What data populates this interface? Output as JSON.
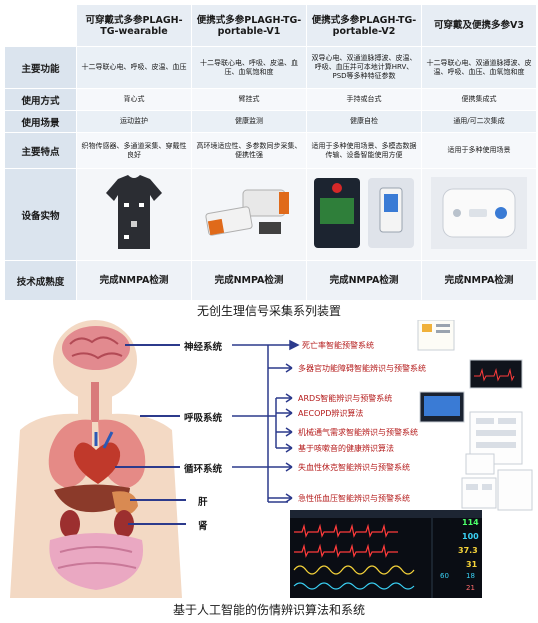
{
  "table": {
    "headers": [
      "可穿戴式多参PLAGH-TG-wearable",
      "便携式多参PLAGH-TG-portable-V1",
      "便携式多参PLAGH-TG-portable-V2",
      "可穿戴及便携多参V3"
    ],
    "rows": [
      {
        "label": "主要功能",
        "cells": [
          "十二导联心电、呼吸、皮温、血压",
          "十二导联心电、呼吸、皮温、血压、血氧饱和度",
          "双导心电、双通道脉搏波、皮温、呼吸、血压并可本地计算HRV、PSD等多种特征参数",
          "十二导联心电、双通道脉搏波、皮温、呼吸、血压、血氧饱和度"
        ]
      },
      {
        "label": "使用方式",
        "cells": [
          "背心式",
          "臂挂式",
          "手持或台式",
          "便携集成式"
        ]
      },
      {
        "label": "使用场景",
        "cells": [
          "运动监护",
          "健康监测",
          "健康自检",
          "通用/可二次集成"
        ]
      },
      {
        "label": "主要特点",
        "cells": [
          "织物传感器、多通道采集、穿戴性良好",
          "高环境适应性、多参数同步采集、便携性强",
          "适用于多种使用场景、多模态数据传输、设备智能使用方便",
          "适用于多种使用场景"
        ]
      },
      {
        "label": "设备实物",
        "cells": [
          "",
          "",
          "",
          ""
        ]
      },
      {
        "label": "技术成熟度",
        "cells": [
          "完成NMPA检测",
          "完成NMPA检测",
          "完成NMPA检测",
          "完成NMPA检测"
        ]
      }
    ],
    "caption": "无创生理信号采集系列装置"
  },
  "diagram": {
    "systems": [
      "神经系统",
      "呼吸系统",
      "循环系统",
      "肝",
      "肾"
    ],
    "algorithms": [
      "死亡率智能预警系统",
      "多器官功能障碍智能辨识与预警系统",
      "ARDS智能辨识与预警系统",
      "AECOPD辨识算法",
      "机械通气需求智能辨识与预警系统",
      "基于咳嗽音的健康辨识算法",
      "失血性休克智能辨识与预警系统",
      "急性低血压智能辨识与预警系统"
    ],
    "monitor_values": [
      "114",
      "100",
      "37.3",
      "31",
      "60",
      "18",
      "21"
    ],
    "caption": "基于人工智能的伤情辨识算法和系统",
    "colors": {
      "line": "#2c3a8c",
      "alg_text": "#b41a1a",
      "brain": "#d85a6a",
      "lung": "#e37c7c",
      "liver": "#8b3a2a"
    }
  }
}
